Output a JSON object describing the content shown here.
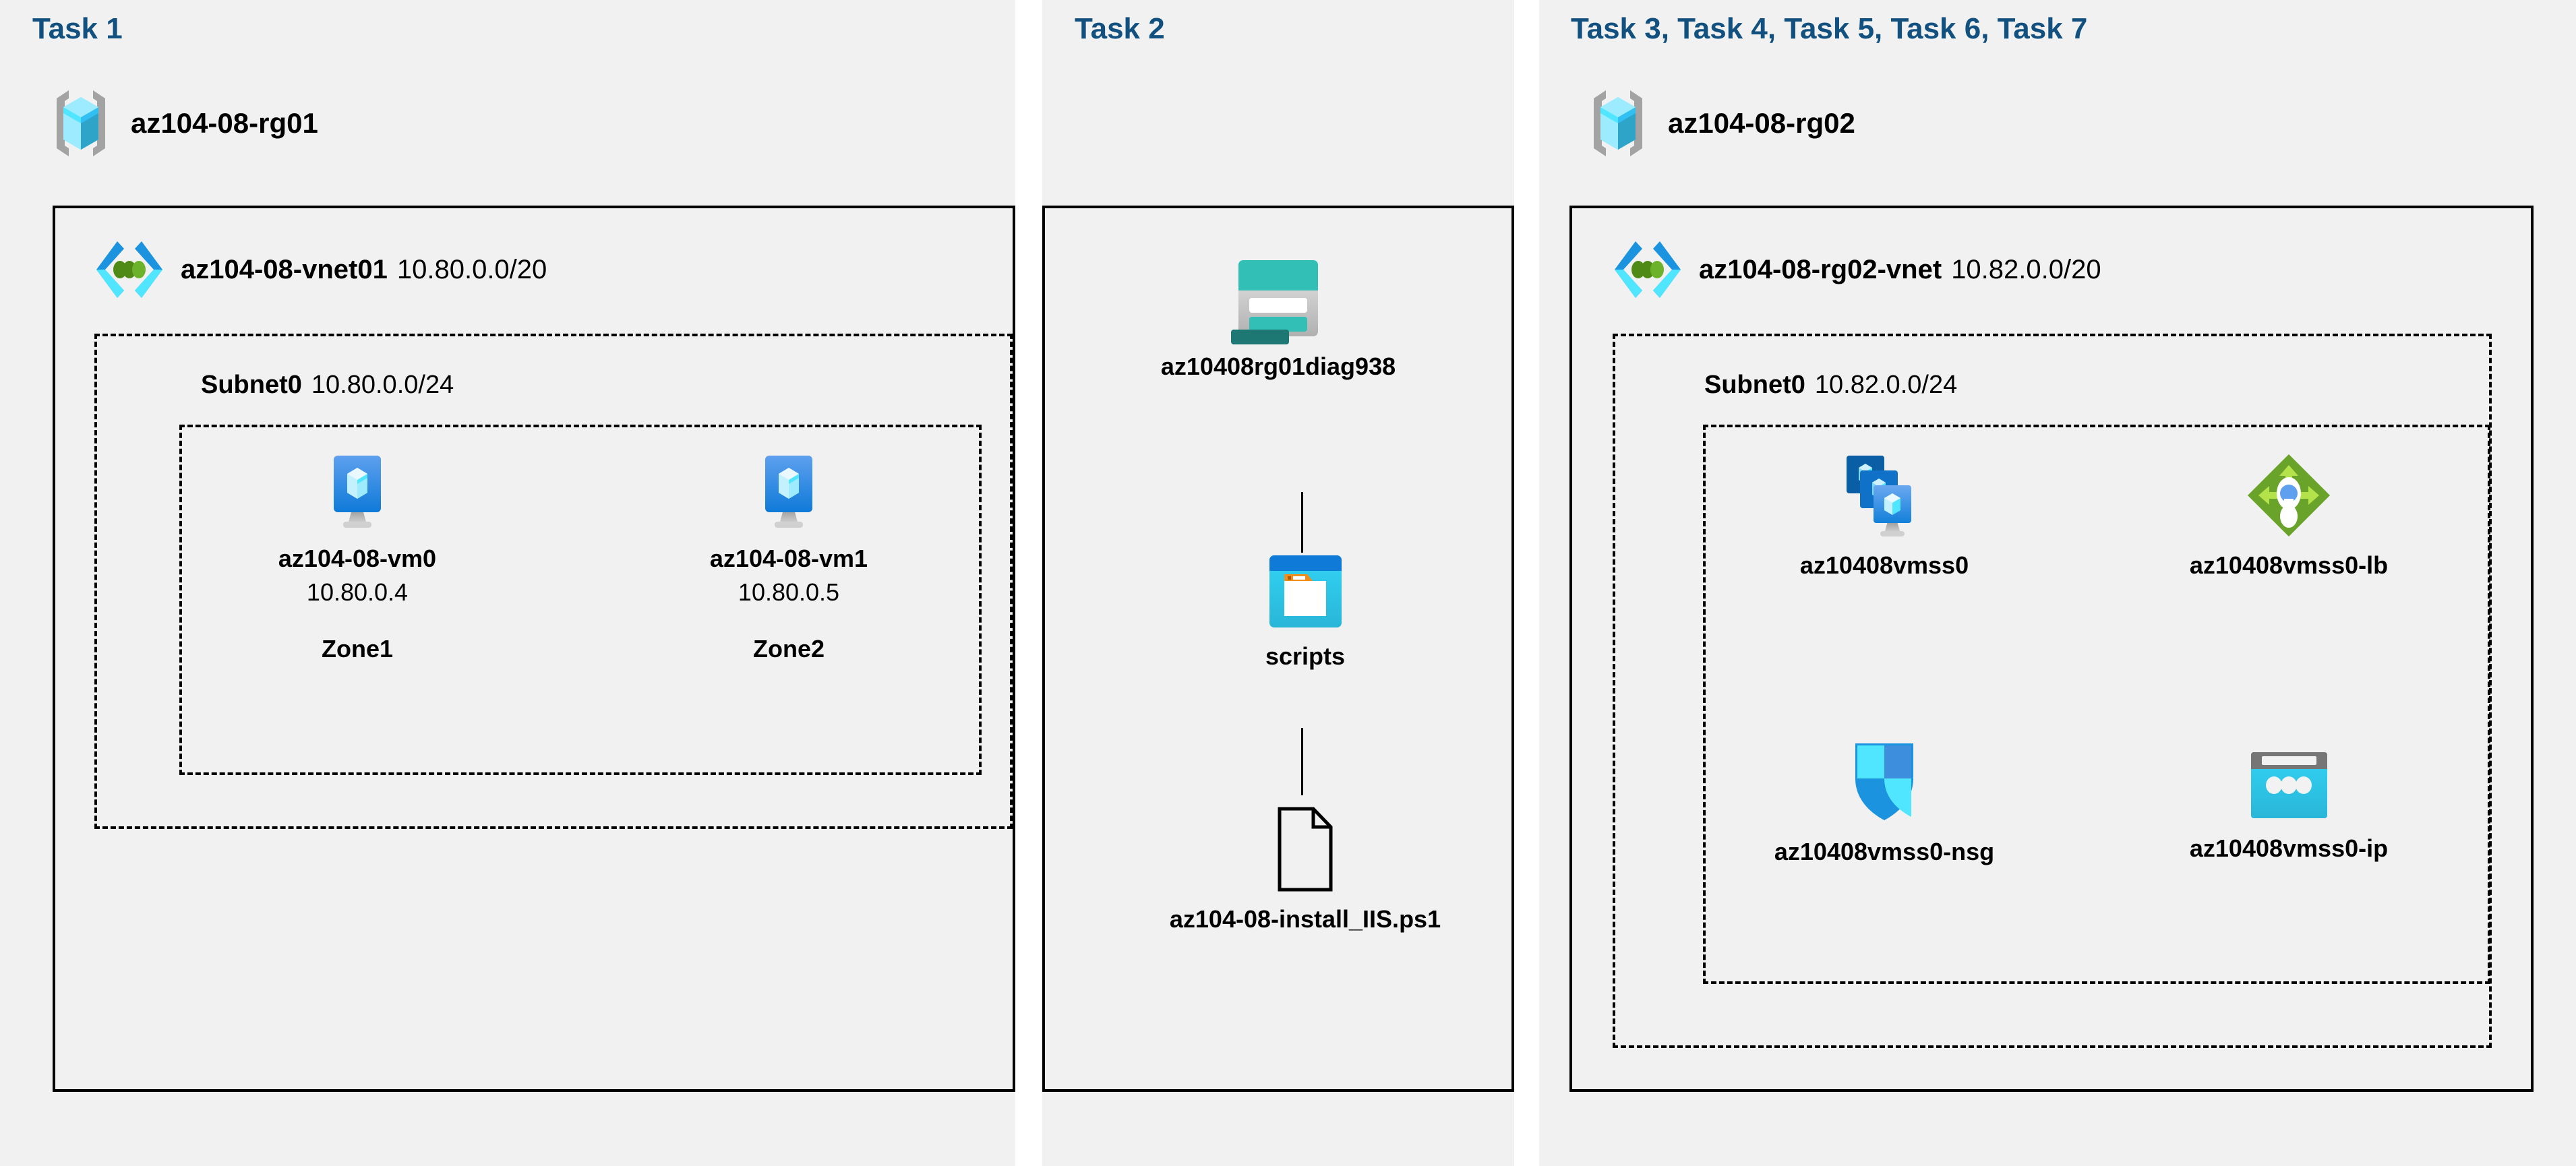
{
  "diagram": {
    "title": "Azure AZ-104 Lab 08 architecture",
    "background": "#ffffff",
    "panel_bg": "#f1f1f1",
    "task_title_color": "#11507f",
    "border_color": "#000000"
  },
  "columns": [
    {
      "task_title": "Task 1",
      "resource_group": {
        "name": "az104-08-rg01",
        "icon": "resource-group-icon"
      },
      "vnet": {
        "name": "az104-08-vnet01",
        "cidr": "10.80.0.0/20",
        "icon": "virtual-network-icon"
      },
      "subnet": {
        "name": "Subnet0",
        "cidr": "10.80.0.0/24"
      },
      "vms": [
        {
          "icon": "virtual-machine-icon",
          "name": "az104-08-vm0",
          "ip": "10.80.0.4",
          "zone": "Zone1"
        },
        {
          "icon": "virtual-machine-icon",
          "name": "az104-08-vm1",
          "ip": "10.80.0.5",
          "zone": "Zone2"
        }
      ]
    },
    {
      "task_title": "Task 2",
      "items": [
        {
          "icon": "storage-account-icon",
          "name": "az10408rg01diag938"
        },
        {
          "icon": "blob-container-icon",
          "name": "scripts"
        },
        {
          "icon": "file-icon",
          "name": "az104-08-install_IIS.ps1"
        }
      ]
    },
    {
      "task_title": "Task 3, Task 4, Task 5, Task 6, Task 7",
      "resource_group": {
        "name": "az104-08-rg02",
        "icon": "resource-group-icon"
      },
      "vnet": {
        "name": "az104-08-rg02-vnet",
        "cidr": "10.82.0.0/20",
        "icon": "virtual-network-icon"
      },
      "subnet": {
        "name": "Subnet0",
        "cidr": "10.82.0.0/24"
      },
      "resources": [
        {
          "icon": "vm-scale-set-icon",
          "name": "az10408vmss0"
        },
        {
          "icon": "load-balancer-icon",
          "name": "az10408vmss0-lb"
        },
        {
          "icon": "network-security-group-icon",
          "name": "az10408vmss0-nsg"
        },
        {
          "icon": "public-ip-address-icon",
          "name": "az10408vmss0-ip"
        }
      ]
    }
  ],
  "colors": {
    "azure_blue": "#0f87d8",
    "azure_cyan": "#50e6ff",
    "rg_gray": "#9a9a9a",
    "vnet_green": "#5e9624",
    "storage_teal": "#32bfb5",
    "storage_teal_dark": "#1d7874",
    "lb_green": "#6aa32a",
    "nsg_blue": "#32bdf5",
    "pip_gray": "#767676"
  }
}
